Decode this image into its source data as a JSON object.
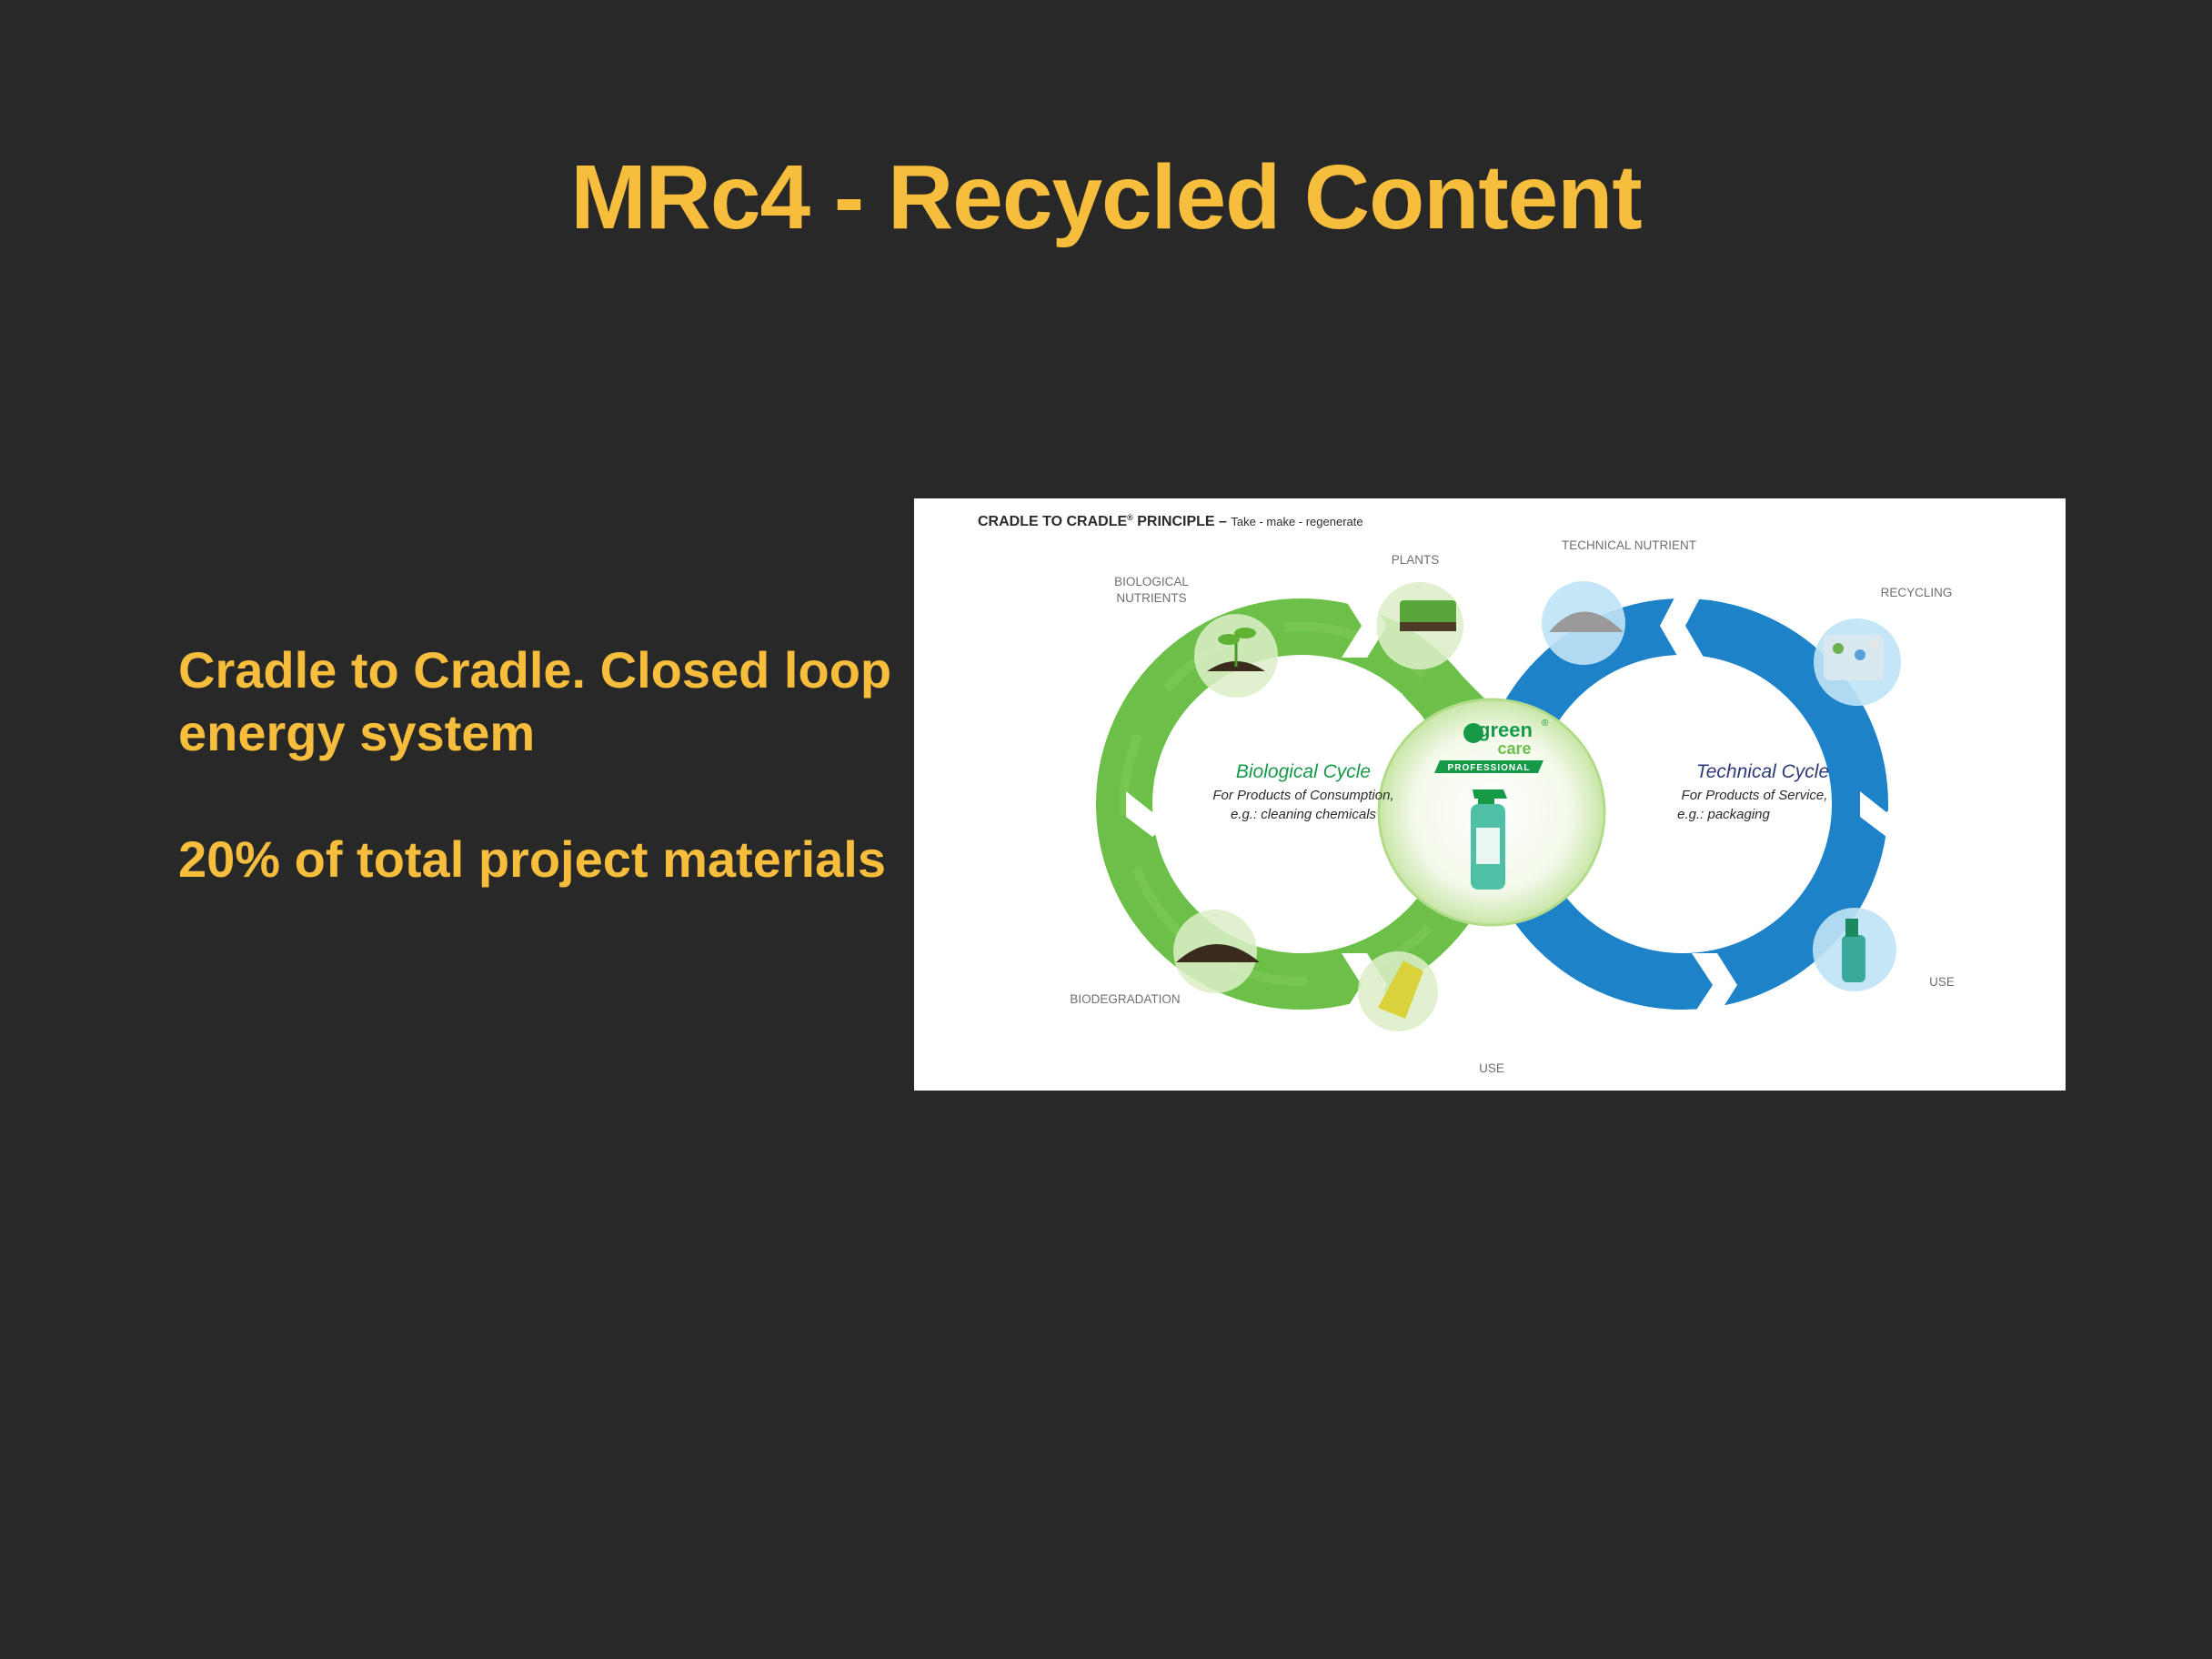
{
  "slide": {
    "title": "MRc4 - Recycled Content",
    "paragraphs": [
      "Cradle to Cradle. Closed loop energy system",
      "20% of total project materials"
    ]
  },
  "figure": {
    "heading": "CRADLE TO CRADLE",
    "registered": "®",
    "heading_suffix": " PRINCIPLE – ",
    "tagline": "Take - make - regenerate",
    "labels": {
      "biological_nutrients_1": "BIOLOGICAL",
      "biological_nutrients_2": "NUTRIENTS",
      "plants": "PLANTS",
      "technical_nutrient": "TECHNICAL NUTRIENT",
      "recycling": "RECYCLING",
      "biodegradation": "BIODEGRADATION",
      "use_center": "USE",
      "use_right": "USE"
    },
    "biological_cycle": {
      "title": "Biological Cycle",
      "line1": "For Products of Consumption,",
      "line2": "e.g.: cleaning chemicals"
    },
    "technical_cycle": {
      "title": "Technical  Cycle",
      "line1": "For Products of  Service,",
      "line2": "e.g.:  packaging"
    },
    "logo": {
      "word1": "green",
      "word2": "care",
      "banner": "PROFESSIONAL",
      "mark": "®"
    },
    "colors": {
      "green": "#6CC04A",
      "blue": "#1E82C8",
      "title_yellow": "#F6BE3C",
      "background": "#282828"
    }
  }
}
